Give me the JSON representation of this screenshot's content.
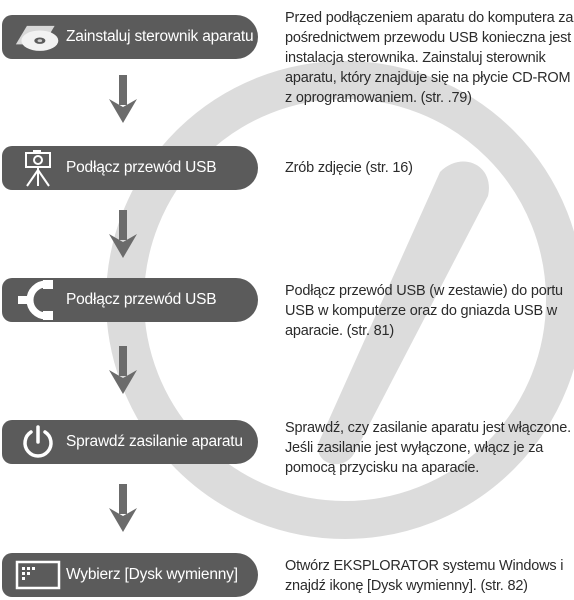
{
  "steps": [
    {
      "icon": "cd-disc-icon",
      "label": "Zainstaluj sterownik aparatu",
      "description": "Przed podłączeniem aparatu do komputera za pośrednictwem przewodu USB konieczna jest instalacja sterownika. Zainstaluj sterownik aparatu, który znajduje się na płycie CD-ROM z oprogramowaniem. (str. .79)"
    },
    {
      "icon": "camera-tripod-icon",
      "label": "Podłącz przewód USB",
      "description": "Zrób zdjęcie (str. 16)"
    },
    {
      "icon": "usb-icon",
      "label": "Podłącz przewód USB",
      "description": "Podłącz przewód USB (w zestawie) do portu USB w komputerze oraz do gniazda USB w aparacie. (str. 81)"
    },
    {
      "icon": "power-icon",
      "label": "Sprawdź zasilanie aparatu",
      "description": "Sprawdź, czy zasilanie aparatu jest włączone. Jeśli zasilanie jest wyłączone, włącz je za pomocą przycisku na aparacie."
    },
    {
      "icon": "removable-disk-icon",
      "label": "Wybierz [Dysk wymienny]",
      "description": "Otwórz EKSPLORATOR systemu Windows i znajdź ikonę [Dysk wymienny]. (str. 82)"
    }
  ],
  "colors": {
    "pill_background": "#5b5b5b",
    "pill_text": "#ffffff",
    "arrow": "#6b6b6b",
    "background_graphic": "#dcdcdc",
    "body_text": "#2b2b2b"
  }
}
